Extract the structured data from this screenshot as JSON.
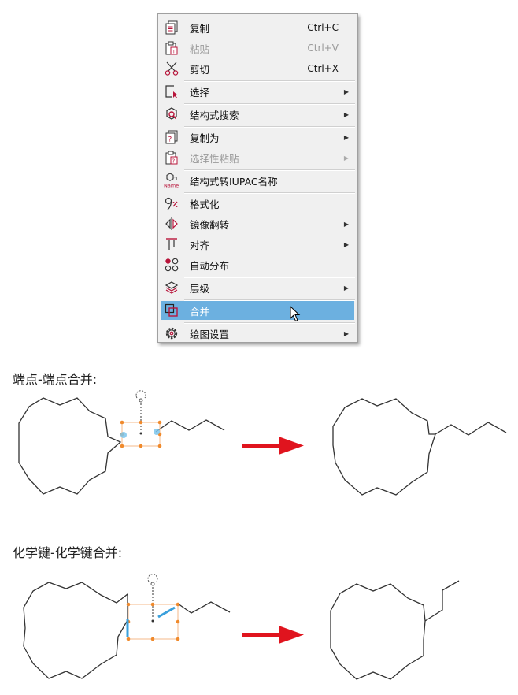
{
  "menu": {
    "items": [
      {
        "label": "复制",
        "shortcut": "Ctrl+C",
        "icon": "copy-icon",
        "disabled": false,
        "submenu": false
      },
      {
        "label": "粘贴",
        "shortcut": "Ctrl+V",
        "icon": "paste-icon",
        "disabled": true,
        "submenu": false
      },
      {
        "label": "剪切",
        "shortcut": "Ctrl+X",
        "icon": "scissors-icon",
        "disabled": false,
        "submenu": false
      },
      {
        "label": "选择",
        "shortcut": "",
        "icon": "select-icon",
        "disabled": false,
        "submenu": true
      },
      {
        "label": "结构式搜索",
        "shortcut": "",
        "icon": "structure-search-icon",
        "disabled": false,
        "submenu": true
      },
      {
        "label": "复制为",
        "shortcut": "",
        "icon": "copy-as-icon",
        "disabled": false,
        "submenu": true
      },
      {
        "label": "选择性粘贴",
        "shortcut": "",
        "icon": "paste-special-icon",
        "disabled": true,
        "submenu": true
      },
      {
        "label": "结构式转IUPAC名称",
        "shortcut": "",
        "icon": "structure-to-name-icon",
        "disabled": false,
        "submenu": false
      },
      {
        "label": "格式化",
        "shortcut": "",
        "icon": "format-icon",
        "disabled": false,
        "submenu": false
      },
      {
        "label": "镜像翻转",
        "shortcut": "",
        "icon": "mirror-flip-icon",
        "disabled": false,
        "submenu": true
      },
      {
        "label": "对齐",
        "shortcut": "",
        "icon": "align-icon",
        "disabled": false,
        "submenu": true
      },
      {
        "label": "自动分布",
        "shortcut": "",
        "icon": "auto-distribute-icon",
        "disabled": false,
        "submenu": false
      },
      {
        "label": "层级",
        "shortcut": "",
        "icon": "layers-icon",
        "disabled": false,
        "submenu": true
      },
      {
        "label": "合并",
        "shortcut": "",
        "icon": "merge-icon",
        "disabled": false,
        "submenu": false,
        "highlighted": true
      },
      {
        "label": "绘图设置",
        "shortcut": "",
        "icon": "gear-icon",
        "disabled": false,
        "submenu": true
      }
    ],
    "name_badge": "Name"
  },
  "captions": {
    "endpoint_merge": "端点-端点合并:",
    "bond_merge": "化学键-化学键合并:"
  },
  "colors": {
    "highlight": "#6cb0e0",
    "icon_red": "#b8143a",
    "arrow_red": "#e0141e",
    "selection_orange": "#f08a2c",
    "bond_blue": "#3aa0dc"
  }
}
